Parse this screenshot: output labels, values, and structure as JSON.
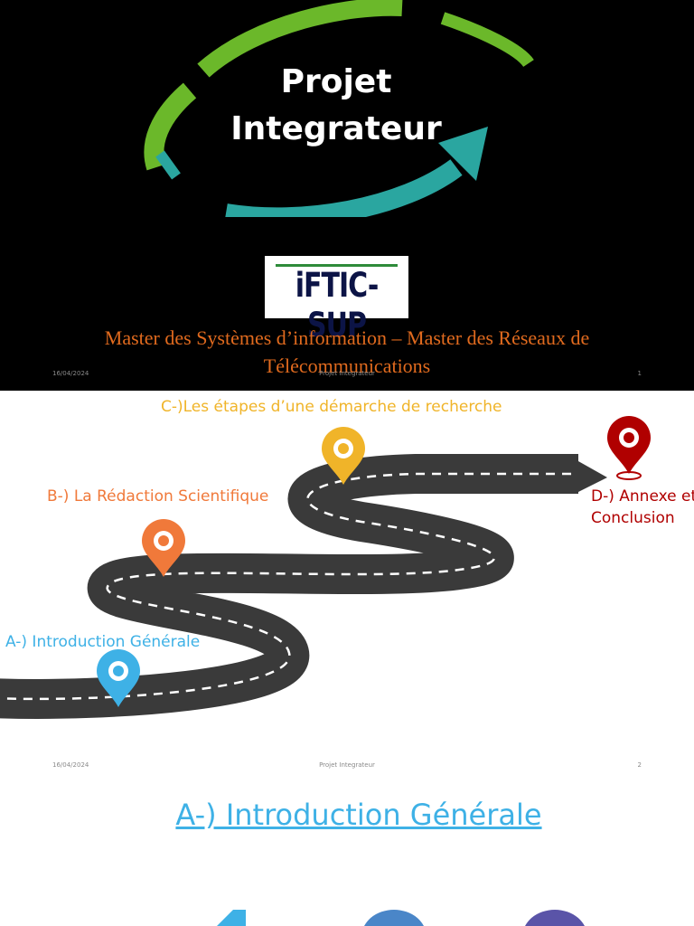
{
  "slide1": {
    "title_line1": "Projet",
    "title_line2": "Integrateur",
    "logo_text": "iFTIC-SUP",
    "subtitle": "Master des Systèmes d’information – Master des Réseaux de Télécommunications",
    "footer": {
      "date": "16/04/2024",
      "title": "Projet Integrateur",
      "page": "1"
    },
    "colors": {
      "arc_green": "#6bb82a",
      "arc_teal": "#2aa6a0",
      "subtitle": "#e06a1e"
    }
  },
  "slide2": {
    "milestones": [
      {
        "label": "A-) Introduction Générale",
        "color": "#3eb1e6",
        "icon": "map-pin-icon"
      },
      {
        "label": "B-) La Rédaction Scientifique",
        "color": "#f0793a",
        "icon": "map-pin-icon"
      },
      {
        "label": "C-)Les étapes d’une démarche de recherche",
        "color": "#f0b429",
        "icon": "map-pin-icon"
      },
      {
        "label_line1": "D-) Annexe et",
        "label_line2": "Conclusion",
        "color": "#b00000",
        "icon": "map-pin-icon"
      }
    ],
    "footer": {
      "date": "16/04/2024",
      "title": "Projet Integrateur",
      "page": "2"
    },
    "colors": {
      "road": "#3a3a3a",
      "dash": "#ffffff"
    }
  },
  "slide3": {
    "heading": "A-) Introduction Générale",
    "colors": {
      "heading": "#3eb1e6"
    }
  }
}
